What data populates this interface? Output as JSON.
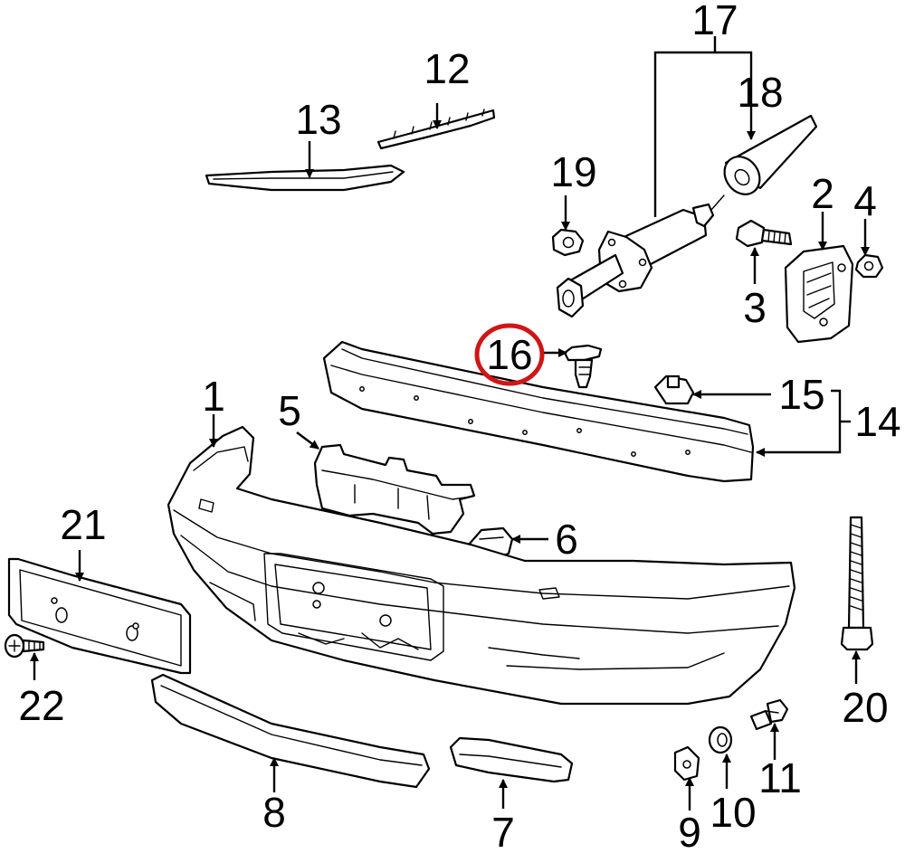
{
  "callouts": {
    "c1": "1",
    "c2": "2",
    "c3": "3",
    "c4": "4",
    "c5": "5",
    "c6": "6",
    "c7": "7",
    "c8": "8",
    "c9": "9",
    "c10": "10",
    "c11": "11",
    "c12": "12",
    "c13": "13",
    "c14": "14",
    "c15": "15",
    "c16": "16",
    "c17": "17",
    "c18": "18",
    "c19": "19",
    "c20": "20",
    "c21": "21",
    "c22": "22"
  },
  "highlighted_callout": "16",
  "colors": {
    "highlight": "#d01515",
    "line": "#000000",
    "background": "#ffffff"
  }
}
